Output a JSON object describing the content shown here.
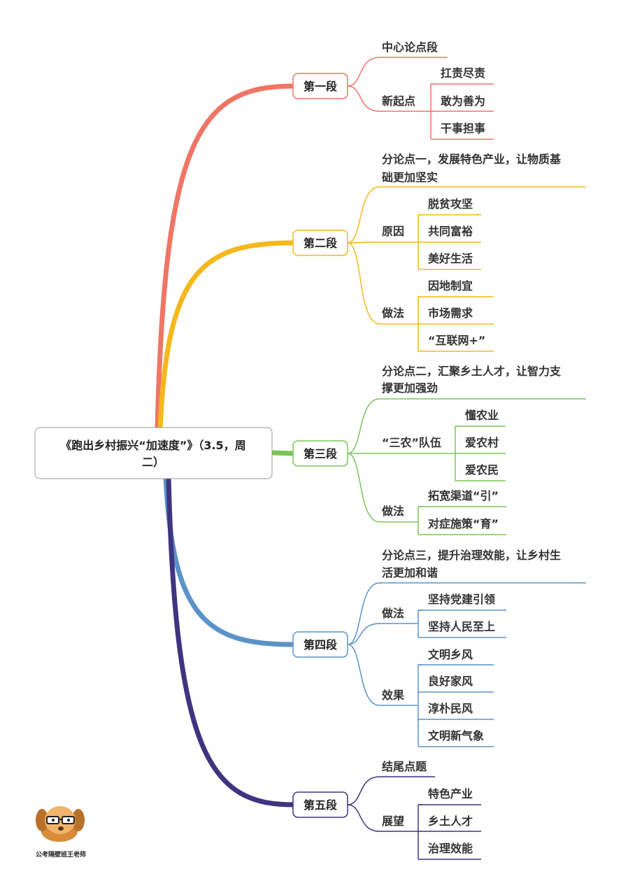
{
  "root": {
    "line1": "《跑出乡村振兴“加速度”》（3.5，周",
    "line2": "二）"
  },
  "sections": [
    {
      "label": "第一段",
      "color": "#ef7564",
      "items": [
        {
          "lines": [
            "中心论点段"
          ]
        },
        {
          "lines": [
            "新起点"
          ],
          "children": [
            "扛责尽责",
            "敢为善为",
            "干事担事"
          ]
        }
      ]
    },
    {
      "label": "第二段",
      "color": "#f5b81c",
      "items": [
        {
          "lines": [
            "分论点一，发展特色产业，让物质基",
            "础更加坚实"
          ]
        },
        {
          "lines": [
            "原因"
          ],
          "children": [
            "脱贫攻坚",
            "共同富裕",
            "美好生活"
          ]
        },
        {
          "lines": [
            "做法"
          ],
          "children": [
            "因地制宜",
            "市场需求",
            "“互联网+”"
          ]
        }
      ]
    },
    {
      "label": "第三段",
      "color": "#7bc55a",
      "items": [
        {
          "lines": [
            "分论点二，汇聚乡土人才，让智力支",
            "撑更加强劲"
          ]
        },
        {
          "lines": [
            "“三农”队伍"
          ],
          "children": [
            "懂农业",
            "爱农村",
            "爱农民"
          ]
        },
        {
          "lines": [
            "做法"
          ],
          "children": [
            "拓宽渠道“引”",
            "对症施策“育”"
          ]
        }
      ]
    },
    {
      "label": "第四段",
      "color": "#5b93c8",
      "items": [
        {
          "lines": [
            "分论点三，提升治理效能，让乡村生",
            "活更加和谐"
          ]
        },
        {
          "lines": [
            "做法"
          ],
          "children": [
            "坚持党建引领",
            "坚持人民至上"
          ]
        },
        {
          "lines": [
            "效果"
          ],
          "children": [
            "文明乡风",
            "良好家风",
            "淳朴民风",
            "文明新气象"
          ]
        }
      ]
    },
    {
      "label": "第五段",
      "color": "#3f3480",
      "items": [
        {
          "lines": [
            "结尾点题"
          ]
        },
        {
          "lines": [
            "展望"
          ],
          "children": [
            "特色产业",
            "乡土人才",
            "治理效能"
          ]
        }
      ]
    }
  ],
  "logo": {
    "caption": "公考隔壁班王老师"
  }
}
